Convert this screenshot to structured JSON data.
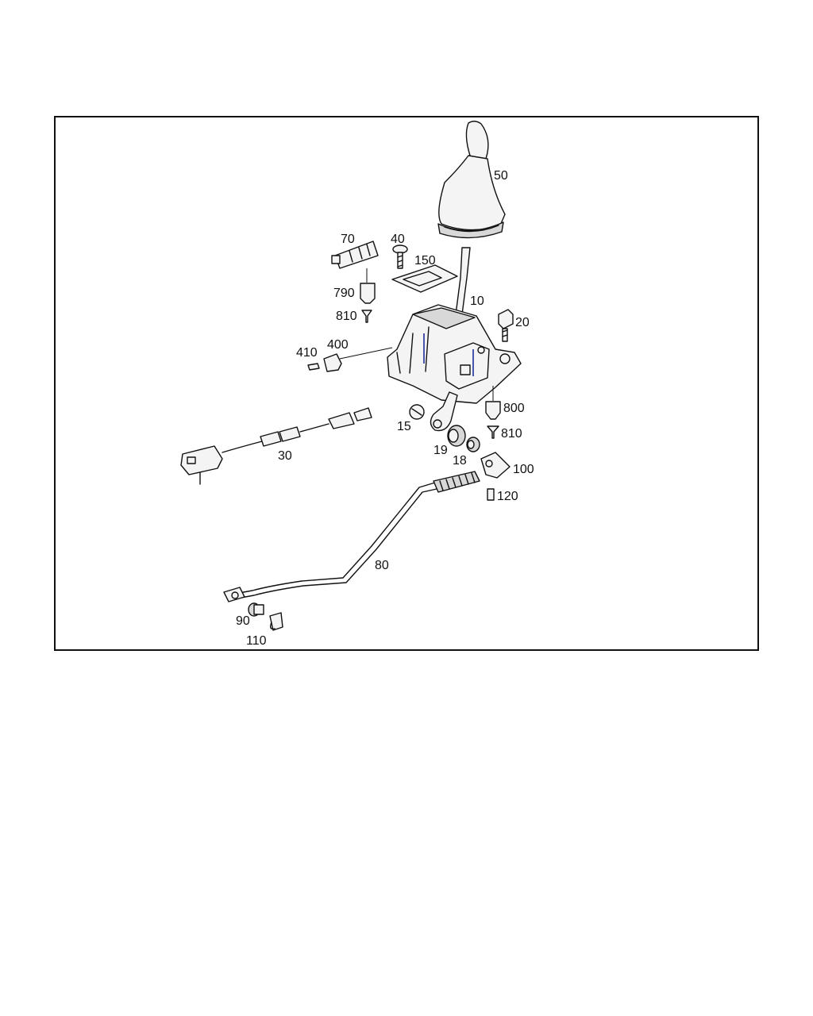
{
  "diagram": {
    "labels": {
      "p10": "10",
      "p15": "15",
      "p18": "18",
      "p19": "19",
      "p20": "20",
      "p30": "30",
      "p40": "40",
      "p50": "50",
      "p70": "70",
      "p80": "80",
      "p90": "90",
      "p100": "100",
      "p110": "110",
      "p120": "120",
      "p150": "150",
      "p400": "400",
      "p410": "410",
      "p790": "790",
      "p800": "800",
      "p810a": "810",
      "p810b": "810"
    }
  }
}
